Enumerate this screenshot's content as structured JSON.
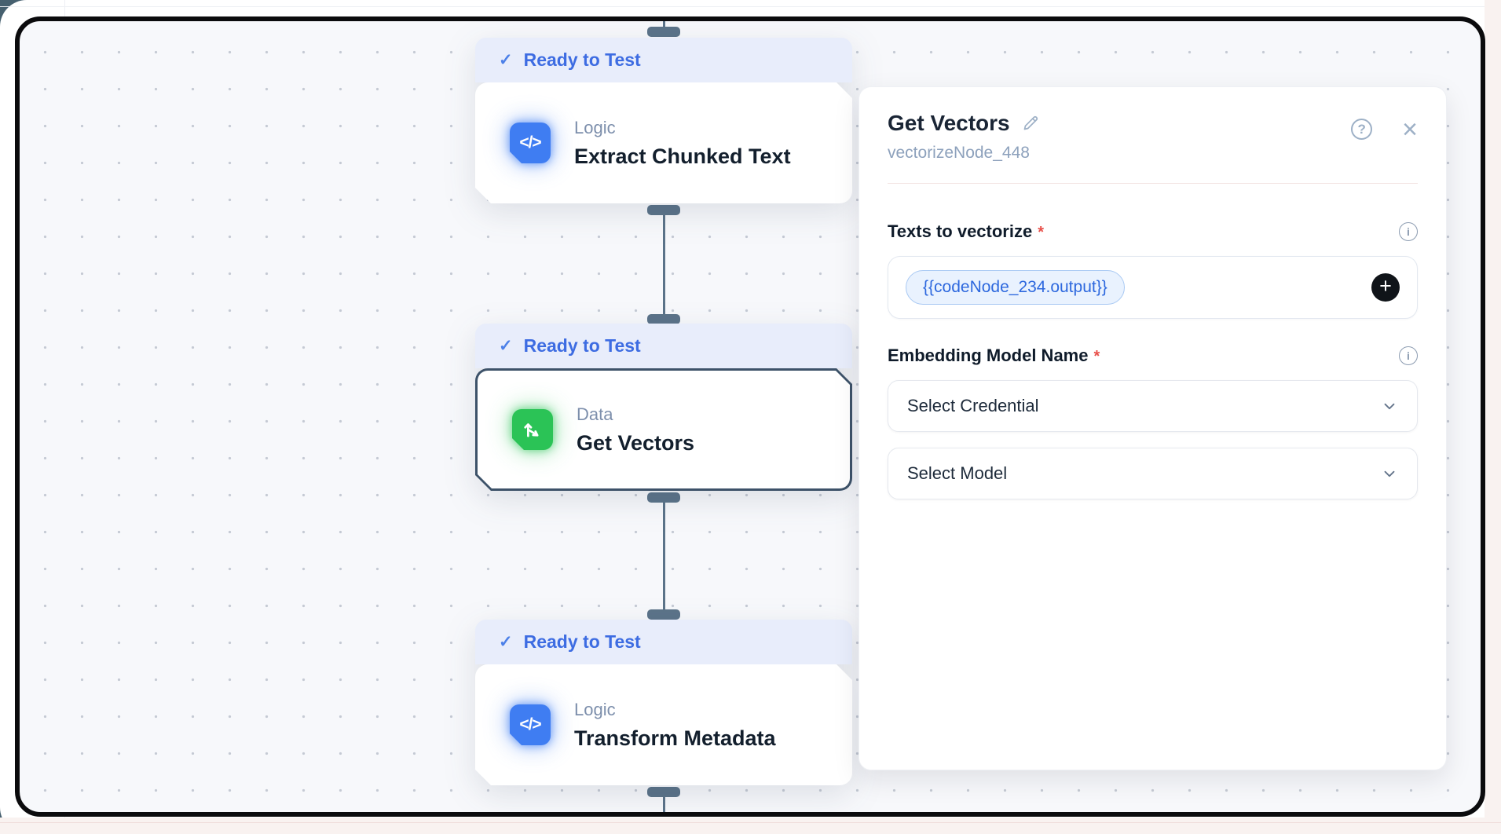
{
  "canvas": {
    "nodes": [
      {
        "status": "Ready to Test",
        "category": "Logic",
        "title": "Extract Chunked Text"
      },
      {
        "status": "Ready to Test",
        "category": "Data",
        "title": "Get Vectors",
        "selected": true
      },
      {
        "status": "Ready to Test",
        "category": "Logic",
        "title": "Transform Metadata"
      }
    ]
  },
  "panel": {
    "title": "Get Vectors",
    "subtitle": "vectorizeNode_448",
    "fields": {
      "texts": {
        "label": "Texts to vectorize",
        "required": "*",
        "chip": "{{codeNode_234.output}}"
      },
      "embedding": {
        "label": "Embedding Model Name",
        "required": "*"
      },
      "credential": {
        "placeholder": "Select Credential"
      },
      "model": {
        "placeholder": "Select Model"
      }
    }
  },
  "icons": {
    "check": "✓",
    "help": "?",
    "close": "×",
    "info": "i",
    "add": "+",
    "code": "</>"
  },
  "colors": {
    "accent_blue": "#3d6ce2",
    "logic_icon": "#3f7df2",
    "data_icon": "#2bc356",
    "connector": "#5b7389",
    "badge_bg": "#e8edfb",
    "canvas_bg": "#f7f8fb",
    "required_red": "#e8504a",
    "chip_text": "#2d68de"
  }
}
